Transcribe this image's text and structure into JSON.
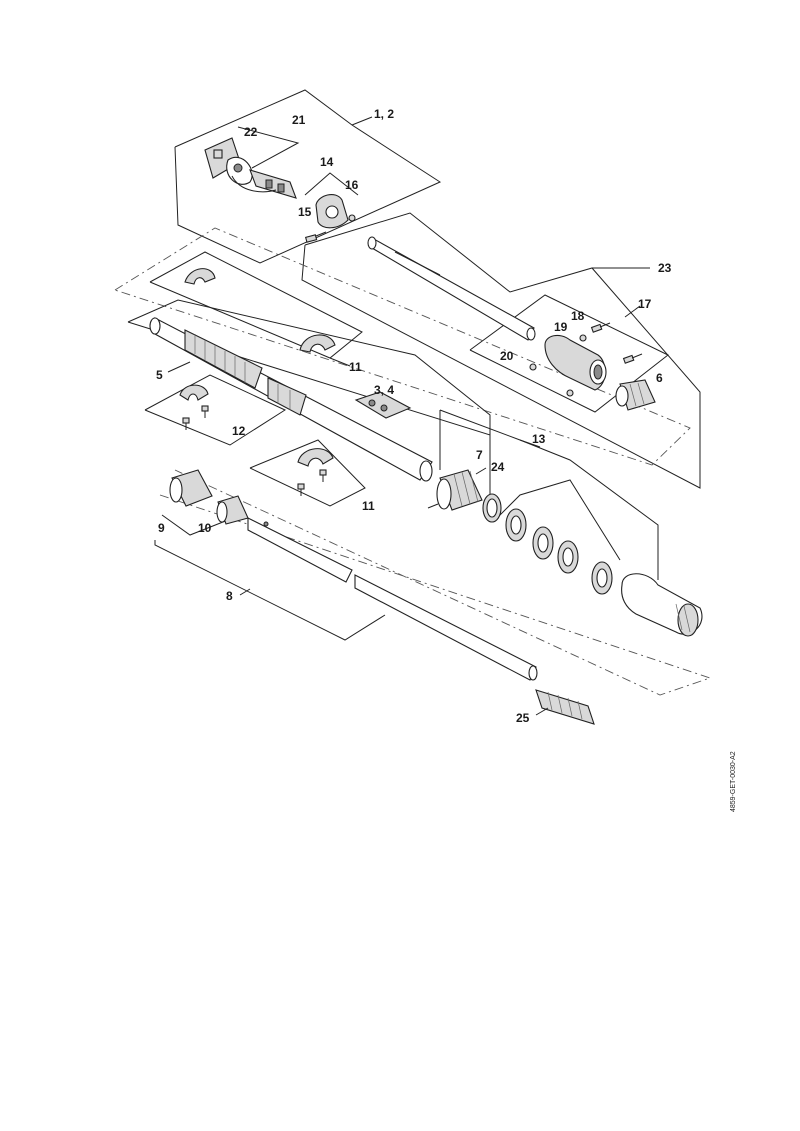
{
  "labels": {
    "l_1_2": "1, 2",
    "l_3_4": "3, 4",
    "l_5": "5",
    "l_6": "6",
    "l_7": "7",
    "l_8": "8",
    "l_9": "9",
    "l_10": "10",
    "l_11a": "11",
    "l_11b": "11",
    "l_12": "12",
    "l_13": "13",
    "l_14": "14",
    "l_15": "15",
    "l_16": "16",
    "l_17": "17",
    "l_18": "18",
    "l_19": "19",
    "l_20": "20",
    "l_21": "21",
    "l_22": "22",
    "l_23": "23",
    "l_24": "24",
    "l_25": "25"
  },
  "document_code": "4859-GET-0030-A2"
}
